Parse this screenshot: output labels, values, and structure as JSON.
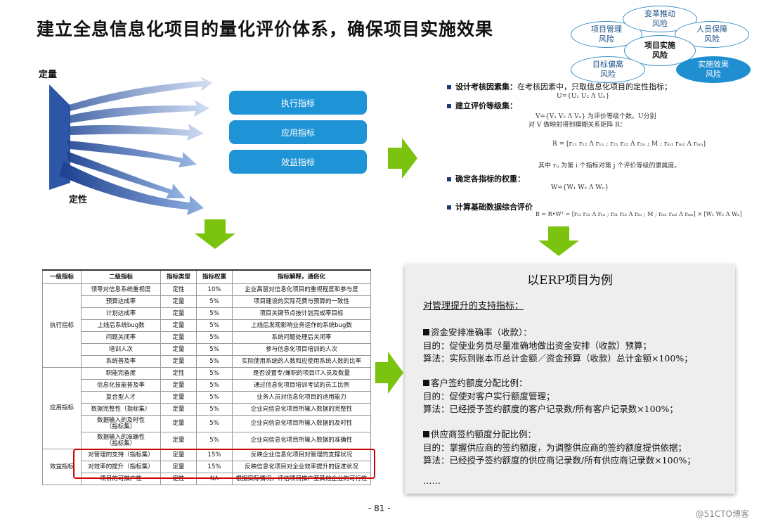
{
  "title": "建立全息信息化项目的量化评价体系，确保项目实施效果",
  "risk": {
    "center": "项目实施\n风险",
    "items": [
      "项目管理\n风险",
      "变革推动\n风险",
      "人员保障\n风险",
      "目标偏离\n风险",
      "实施效果\n风险"
    ]
  },
  "diagram": {
    "quant_label": "定量",
    "qual_label": "定性"
  },
  "pills": [
    "执行指标",
    "应用指标",
    "效益指标"
  ],
  "steps": {
    "s1": "设计考核因素集：",
    "s1_text": "在考核因素中，只取信息化项目的定性指标；",
    "s1_formula": "U={U₁  U₂  Λ  Uₙ}",
    "s2": "建立评价等级集：",
    "s2_formula": "V={V₁  V₂  Λ  Vₙ} 为评价等级个数。U分别",
    "s2_formula2": "对 V 做映射得到模糊关系矩阵 R：",
    "s2_matrix": "R = [r₁₁ r₁₂ Λ r₁ₙ ; r₂₁ r₂₂ Λ r₂ₙ ; M ; rₘ₁ rₘ₂ Λ rₘₙ]",
    "s2_note": "其中 rᵢⱼ 为第 i 个指标对第 j 个评价等级的隶属度。",
    "s3": "确定各指标的权重：",
    "s3_formula": "W={W₁  W₂  Λ  Wₙ}",
    "s4": "计算基础数据综合评价",
    "s4_formula": "B = R•Wᵀ = [r₁₁ r₁₂ Λ r₁ₙ ; r₂₁ r₂₂ Λ r₂ₙ ; M ; rₘ₁ rₘ₂ Λ rₘₙ] × [W₁  W₂  Λ  Wₙ]"
  },
  "table": {
    "headers": [
      "一级指标",
      "二级指标",
      "指标类型",
      "指标权重",
      "指标解释，通俗化"
    ],
    "groups": [
      {
        "name": "执行指标",
        "rows": [
          [
            "领导对信息系统重视度",
            "定性",
            "10%",
            "企业高层对信息化项目的重视程度和参与度"
          ],
          [
            "预算达成率",
            "定量",
            "5%",
            "项目建设的实际花费与预算的一致性"
          ],
          [
            "计划达成率",
            "定量",
            "5%",
            "项目关键节点按计划完成率目标"
          ],
          [
            "上线后系统bug数",
            "定量",
            "5%",
            "上线后发现影响业务运作的系统bug数"
          ],
          [
            "问题关闭率",
            "定量",
            "5%",
            "系统问题处理后关闭率"
          ],
          [
            "培训人次",
            "定量",
            "5%",
            "参与信息化项目培训的人次"
          ],
          [
            "系统普及率",
            "定量",
            "5%",
            "实际使用系统的人数和应使用系统人数的比率"
          ]
        ]
      },
      {
        "name": "应用指标",
        "rows": [
          [
            "职能完备度",
            "定性",
            "5%",
            "是否设置专/兼职的项目IT人员及数量"
          ],
          [
            "信息化技能普及率",
            "定量",
            "5%",
            "通过信息化项目培训考试的员工比例"
          ],
          [
            "复合型人才",
            "定量",
            "5%",
            "业务人员对信息化项目的适用能力"
          ],
          [
            "数据完整性（指标集）",
            "定量",
            "5%",
            "企业向信息化项目所输入数据的完整性"
          ],
          [
            "数据输入的及时性\n（指标集）",
            "定量",
            "5%",
            "企业向信息化项目所输入数据的及时性"
          ],
          [
            "数据输入的准确性\n（指标集）",
            "定量",
            "5%",
            "企业向信息化项目所输入数据的准确性"
          ]
        ]
      },
      {
        "name": "效益指标",
        "rows": [
          [
            "对管理的支持（指标集）",
            "定量",
            "15%",
            "反映企业信息化项目对管理的支撑状况"
          ],
          [
            "对效率的提升（指标集）",
            "定量",
            "15%",
            "反映信息化项目对企业效率提升的促进状况"
          ],
          [
            "项目的可推广性",
            "定性",
            "NA",
            "根据实际情况，评估项目推广至其他企业的可行性"
          ]
        ]
      }
    ]
  },
  "panel": {
    "title": "以ERP项目为例",
    "subtitle": "对管理提升的支持指标：",
    "lines": [
      "资金安排准确率（收款）：",
      "目的：促使业务员尽量准确地做出资金安排（收款）预算；",
      "算法：实际到账本币总计金额／资金预算（收款）总计金额×100%；",
      "客户签约额度分配比例：",
      "目的：促使对客户实行额度管理；",
      "算法：已经授予签约额度的客户记录数/所有客户记录数×100%；",
      "供应商签约额度分配比例：",
      "目的：掌握供应商的签约额度，为调整供应商的签约额度提供依据；",
      "算法：已经授予签约额度的供应商记录数/所有供应商记录数×100%；",
      "……"
    ]
  },
  "page_number": "- 81 -",
  "watermark": "@51CTO博客",
  "colors": {
    "blue": "#1e94d6",
    "green": "#7ac30f",
    "red": "#cc0000",
    "navy": "#1b3a78"
  }
}
